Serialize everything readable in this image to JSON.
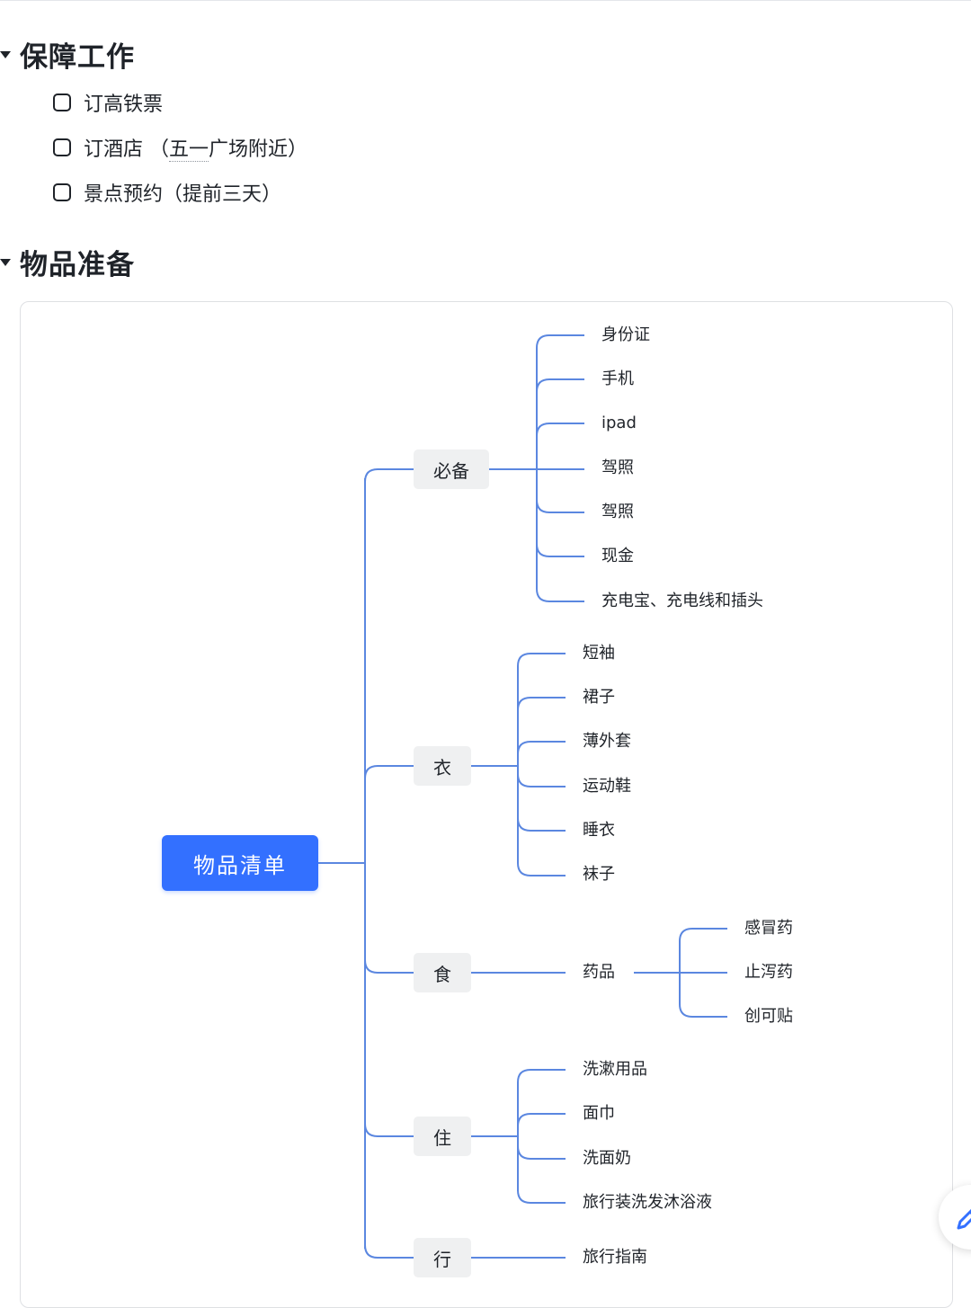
{
  "sections": [
    {
      "title": "保障工作",
      "todos": [
        {
          "text": "订高铁票",
          "checked": false
        },
        {
          "text_main": "订酒店 （",
          "text_underlined": "五一",
          "text_rest": "广场附近）",
          "checked": false
        },
        {
          "text": "景点预约（提前三天）",
          "checked": false
        }
      ]
    },
    {
      "title": "物品准备"
    }
  ],
  "mindmap": {
    "root": "物品清单",
    "branches": [
      {
        "label": "必备",
        "children": [
          "身份证",
          "手机",
          "ipad",
          "驾照",
          "驾照",
          "现金",
          "充电宝、充电线和插头"
        ]
      },
      {
        "label": "衣",
        "children": [
          "短袖",
          "裙子",
          "薄外套",
          "运动鞋",
          "睡衣",
          "袜子"
        ]
      },
      {
        "label": "食",
        "children": [
          {
            "label": "药品",
            "children": [
              "感冒药",
              "止泻药",
              "创可贴"
            ]
          }
        ]
      },
      {
        "label": "住",
        "children": [
          "洗漱用品",
          "面巾",
          "洗面奶",
          "旅行装洗发沐浴液"
        ]
      },
      {
        "label": "行",
        "children": [
          "旅行指南"
        ]
      }
    ]
  },
  "colors": {
    "accent": "#3370ff",
    "line": "#5b87e0",
    "branch_bg": "#eff0f1"
  },
  "icons": {
    "edit": "pencil-icon",
    "collapse": "caret-down-icon",
    "checkbox": "checkbox-icon"
  }
}
